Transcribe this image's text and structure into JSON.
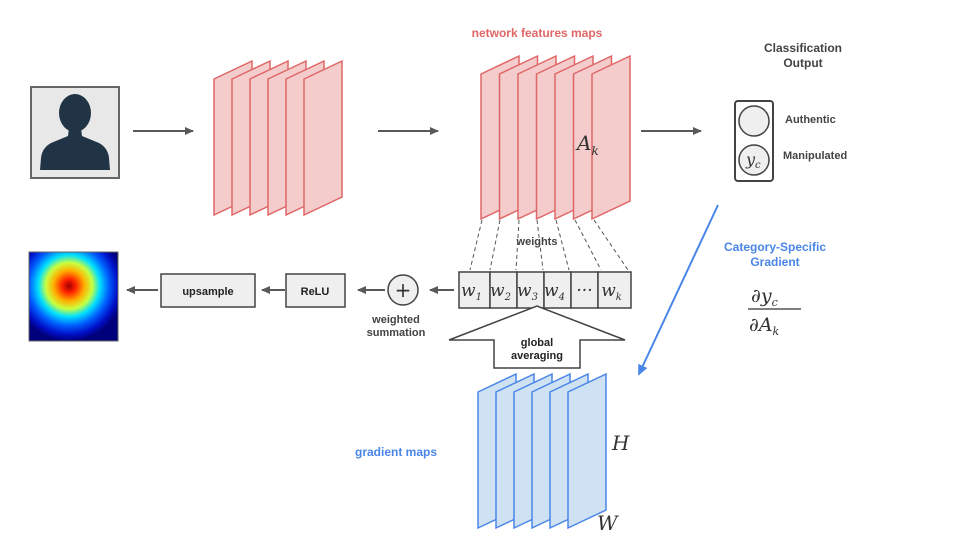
{
  "labels": {
    "network_features": "network features maps",
    "classification": [
      "Classification",
      "Output"
    ],
    "authentic": "Authentic",
    "manipulated": "Manipulated",
    "weights": "weights",
    "category_gradient": [
      "Category-Specific",
      "Gradient"
    ],
    "upsample": "upsample",
    "relu": "ReLU",
    "plus": "+",
    "weighted_summation": [
      "weighted",
      "summation"
    ],
    "global_averaging": [
      "global",
      "averaging"
    ],
    "gradient_maps": "gradient maps"
  },
  "math": {
    "feature_map": "A",
    "feature_map_sub": "k",
    "output_node": "y",
    "output_node_sub": "c",
    "weights": [
      {
        "base": "w",
        "sub": "1"
      },
      {
        "base": "w",
        "sub": "2"
      },
      {
        "base": "w",
        "sub": "3"
      },
      {
        "base": "w",
        "sub": "4"
      },
      {
        "base": "···",
        "sub": ""
      },
      {
        "base": "w",
        "sub": "k"
      }
    ],
    "gradient_num": "∂y",
    "gradient_num_sub": "c",
    "gradient_den": "∂A",
    "gradient_den_sub": "k",
    "height": "H",
    "width": "W"
  },
  "colors": {
    "red_fill": "#f4cccc",
    "red_stroke": "#e06666",
    "red_text": "#e06666",
    "blue_fill": "#cfe2f3",
    "blue_stroke": "#4a86e8",
    "blue_text": "#4a86e8",
    "arrow": "#595959",
    "box_fill": "#efefef",
    "box_stroke": "#434343"
  },
  "icons": {
    "input": "person-silhouette-icon",
    "output": "heatmap-image"
  }
}
